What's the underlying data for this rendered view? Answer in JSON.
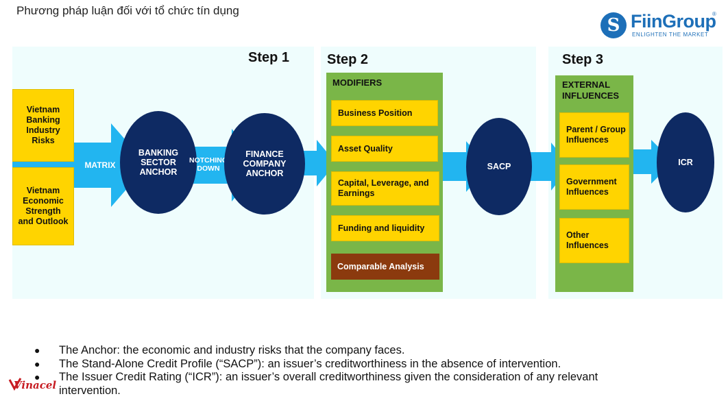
{
  "page_title": "Phương pháp luận đối với tổ chức tín dụng",
  "logo": {
    "name": "FiinGroup",
    "registered": "®",
    "tagline": "ENLIGHTEN THE MARKET"
  },
  "steps": {
    "step1": "Step 1",
    "step2": "Step 2",
    "step3": "Step 3"
  },
  "step1": {
    "box_top": "Vietnam Banking Industry Risks",
    "box_bottom": "Vietnam Economic Strength and Outlook",
    "arrow_matrix": "MATRIX",
    "ellipse_bank": "BANKING SECTOR ANCHOR",
    "arrow_notching": "NOTCHING DOWN",
    "ellipse_finance": "FINANCE COMPANY ANCHOR"
  },
  "step2": {
    "heading": "MODIFIERS",
    "items": [
      "Business Position",
      "Asset Quality",
      "Capital, Leverage, and Earnings",
      "Funding and liquidity"
    ],
    "comparable": "Comparable Analysis",
    "sacp": "SACP"
  },
  "step3": {
    "heading": "EXTERNAL INFLUENCES",
    "items": [
      "Parent / Group Influences",
      "Government Influences",
      "Other Influences"
    ],
    "icr": "ICR"
  },
  "bullets": [
    "The Anchor: the economic and industry risks that the company faces.",
    "The Stand-Alone Credit Profile (“SACP”): an issuer’s creditworthiness in the absence of intervention.",
    "The Issuer Credit Rating (“ICR”): an issuer’s overall creditworthiness given the consideration of any relevant intervention."
  ],
  "footer_logo": "Vinacel",
  "colors": {
    "panel": "#effdfd",
    "yellow": "#ffd400",
    "navy": "#0e2a63",
    "arrow": "#22b5f0",
    "green": "#7ab648",
    "brown": "#8b3a0e",
    "brand": "#1d6fb8"
  }
}
